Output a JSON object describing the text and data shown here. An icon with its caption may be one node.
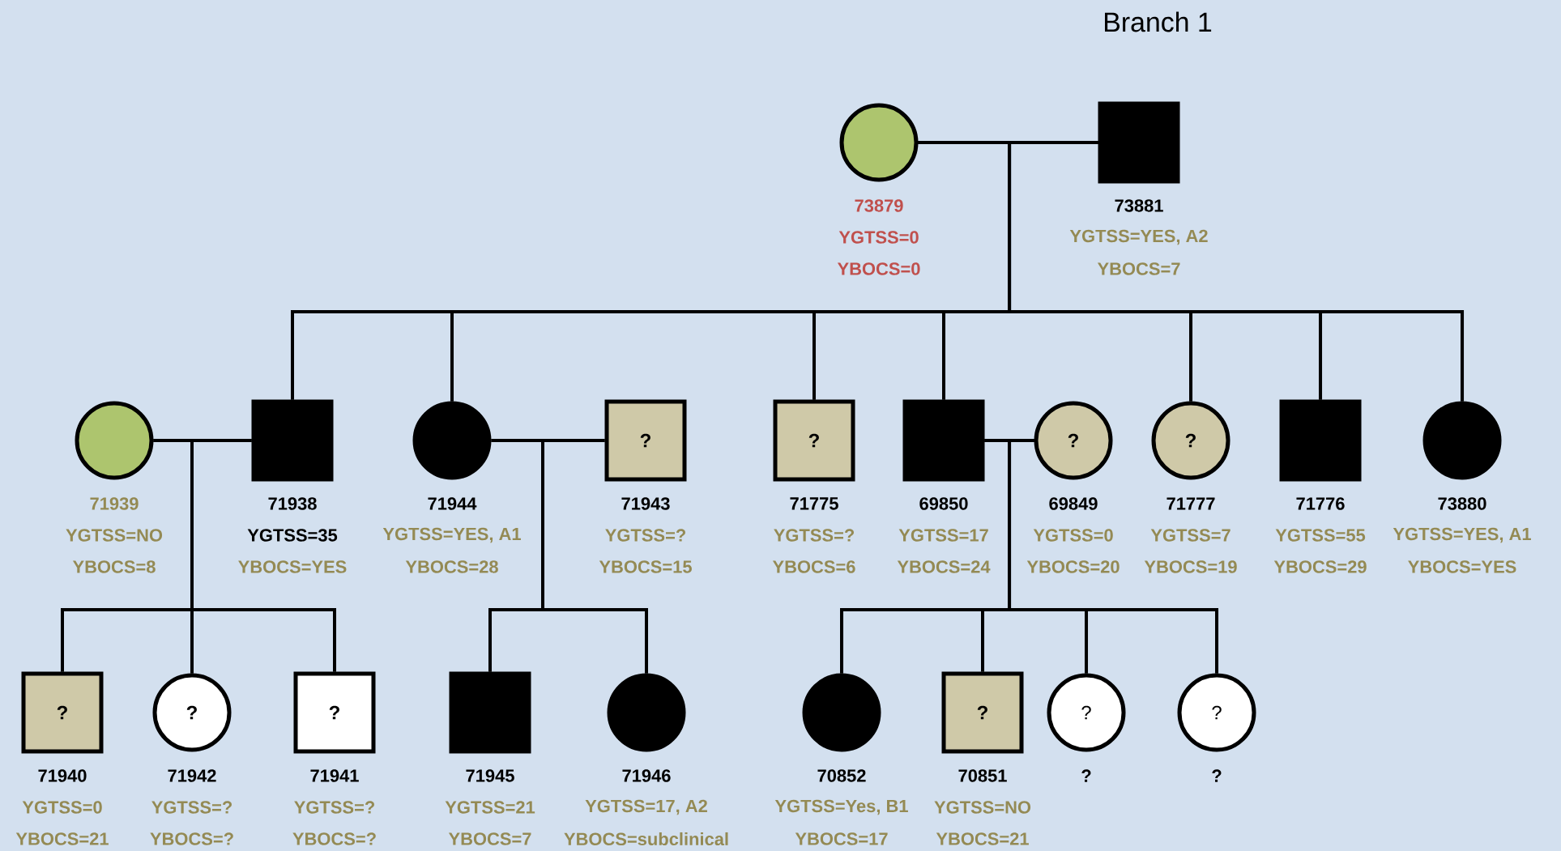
{
  "diagram": {
    "title": "Branch 1",
    "nodes": [
      {
        "text": [],
        "shape": "circle",
        "beside": [
          "73879",
          "YGTSS=0",
          "YBOCS=0"
        ]
      },
      {
        "text": [],
        "shape": "box",
        "beside": [
          "73881",
          "YGTSS=YES, A2",
          "YBOCS=7"
        ]
      },
      {
        "text": [],
        "shape": "circle",
        "beside": [
          "71939",
          "YGTSS=NO",
          "YBOCS=8"
        ]
      },
      {
        "text": [],
        "shape": "box",
        "beside": [
          "71938",
          "YGTSS=35",
          "YBOCS=YES"
        ]
      },
      {
        "text": [],
        "shape": "circle",
        "beside": [
          "71944",
          "YGTSS=YES, A1",
          "YBOCS=28"
        ]
      },
      {
        "text": [
          "?"
        ],
        "beside": [
          "71943",
          "YGTSS=?",
          "YBOCS=15"
        ]
      },
      {
        "text": [
          "?"
        ],
        "beside": [
          "71775",
          "YGTSS=?",
          "YBOCS=6"
        ]
      },
      {
        "text": [],
        "shape": "box",
        "beside": [
          "69850",
          "YGTSS=17",
          "YBOCS=24"
        ]
      },
      {
        "text": [
          "?"
        ],
        "beside": [
          "69849",
          "YGTSS=0",
          "YBOCS=20"
        ]
      },
      {
        "text": [
          "?"
        ],
        "beside": [
          "71777",
          "YGTSS=7",
          "YBOCS=19"
        ]
      },
      {
        "text": [],
        "shape": "box",
        "beside": [
          "71776",
          "YGTSS=55",
          "YBOCS=29"
        ]
      },
      {
        "text": [],
        "shape": "circle",
        "beside": [
          "73880",
          "YGTSS=YES, A1",
          "YBOCS=YES"
        ]
      },
      {
        "text": [
          "?"
        ],
        "beside": [
          "71940",
          "YGTSS=0",
          "YBOCS=21"
        ]
      },
      {
        "text": [
          "?"
        ],
        "beside": [
          "71942",
          "YGTSS=?",
          "YBOCS=?"
        ]
      },
      {
        "text": [
          "?"
        ],
        "beside": [
          "71941",
          "YGTSS=?",
          "YBOCS=?"
        ]
      },
      {
        "text": [],
        "shape": "box",
        "beside": [
          "71945",
          "YGTSS=21",
          "YBOCS=7"
        ]
      },
      {
        "text": [],
        "shape": "circle",
        "beside": [
          "71946",
          "YGTSS=17, A2",
          "YBOCS=subclinical"
        ]
      },
      {
        "text": [],
        "shape": "circle",
        "beside": [
          "70852",
          "YGTSS=Yes, B1",
          "YBOCS=17"
        ]
      },
      {
        "text": [
          "?"
        ],
        "beside": [
          "70851",
          "YGTSS=NO",
          "YBOCS=21"
        ]
      },
      {
        "text": [
          "?"
        ],
        "beside": [
          "?"
        ]
      },
      {
        "text": [
          "?"
        ],
        "beside": [
          "?"
        ]
      }
    ],
    "edges": [
      {
        "from": 0,
        "to": 3,
        "arrow": "none"
      },
      {
        "from": 1,
        "to": 3,
        "arrow": "none"
      },
      {
        "from": 0,
        "to": 4,
        "arrow": "none"
      },
      {
        "from": 1,
        "to": 4,
        "arrow": "none"
      },
      {
        "from": 0,
        "to": 6,
        "arrow": "none"
      },
      {
        "from": 1,
        "to": 6,
        "arrow": "none"
      },
      {
        "from": 0,
        "to": 7,
        "arrow": "none"
      },
      {
        "from": 1,
        "to": 7,
        "arrow": "none"
      },
      {
        "from": 0,
        "to": 9,
        "arrow": "none"
      },
      {
        "from": 1,
        "to": 9,
        "arrow": "none"
      },
      {
        "from": 0,
        "to": 10,
        "arrow": "none"
      },
      {
        "from": 1,
        "to": 10,
        "arrow": "none"
      },
      {
        "from": 0,
        "to": 11,
        "arrow": "none"
      },
      {
        "from": 1,
        "to": 11,
        "arrow": "none"
      },
      {
        "from": 2,
        "to": 12,
        "arrow": "none"
      },
      {
        "from": 3,
        "to": 12,
        "arrow": "none"
      },
      {
        "from": 2,
        "to": 13,
        "arrow": "none"
      },
      {
        "from": 3,
        "to": 13,
        "arrow": "none"
      },
      {
        "from": 2,
        "to": 14,
        "arrow": "none"
      },
      {
        "from": 3,
        "to": 14,
        "arrow": "none"
      },
      {
        "from": 4,
        "to": 15,
        "arrow": "none"
      },
      {
        "from": 5,
        "to": 15,
        "arrow": "none"
      },
      {
        "from": 4,
        "to": 16,
        "arrow": "none"
      },
      {
        "from": 5,
        "to": 16,
        "arrow": "none"
      },
      {
        "from": 7,
        "to": 17,
        "arrow": "none"
      },
      {
        "from": 8,
        "to": 17,
        "arrow": "none"
      },
      {
        "from": 7,
        "to": 18,
        "arrow": "none"
      },
      {
        "from": 8,
        "to": 18,
        "arrow": "none"
      },
      {
        "from": 7,
        "to": 19,
        "arrow": "none"
      },
      {
        "from": 8,
        "to": 19,
        "arrow": "none"
      },
      {
        "from": 7,
        "to": 20,
        "arrow": "none"
      },
      {
        "from": 8,
        "to": 20,
        "arrow": "none"
      }
    ]
  }
}
